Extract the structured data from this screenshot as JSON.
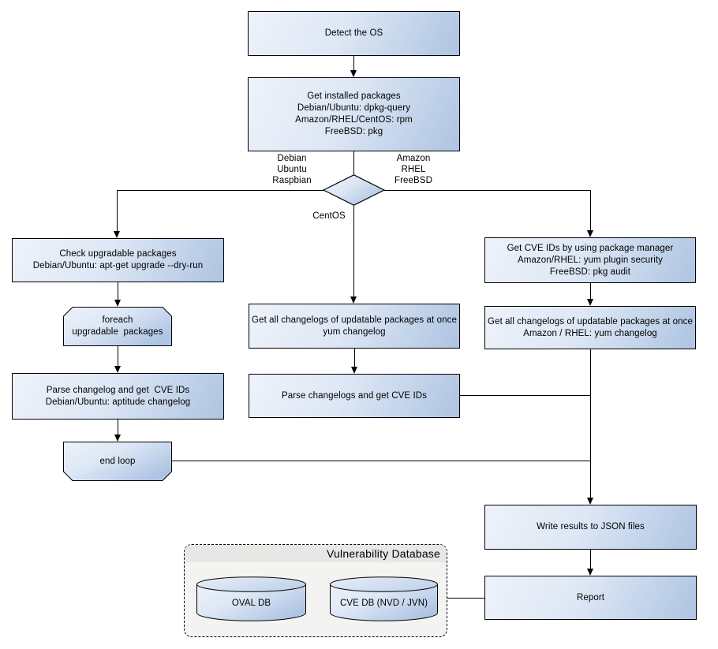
{
  "nodes": {
    "detect_os": "Detect the OS",
    "get_installed": "Get installed packages\nDebian/Ubuntu: dpkg-query\nAmazon/RHEL/CentOS: rpm\nFreeBSD: pkg",
    "check_upgradable": "Check upgradable packages\nDebian/Ubuntu: apt-get upgrade --dry-run",
    "foreach_loop": "foreach\nupgradable  packages",
    "parse_changelog_deb": "Parse changelog and get  CVE IDs\nDebian/Ubuntu: aptitude changelog",
    "end_loop": "end loop",
    "get_changelogs_centos": "Get all changelogs of updatable packages at once\nyum changelog",
    "parse_changelogs": "Parse changelogs and get CVE IDs",
    "get_cve_ids_pkgmgr": "Get CVE IDs by using package manager\nAmazon/RHEL: yum plugin security\nFreeBSD: pkg audit",
    "get_changelogs_rhel": "Get all changelogs of updatable packages at once\nAmazon / RHEL: yum changelog",
    "write_results": "Write results to JSON files",
    "report": "Report"
  },
  "branch_labels": {
    "left": "Debian\nUbuntu\nRaspbian",
    "right": "Amazon\nRHEL\nFreeBSD",
    "bottom": "CentOS"
  },
  "database": {
    "title": "Vulnerability Database",
    "oval_db": "OVAL DB",
    "cve_db": "CVE DB (NVD / JVN)"
  },
  "colors": {
    "node_gradient_light": "#eef2fa",
    "node_gradient_dark": "#aec4e2",
    "node_border": "#000000",
    "container_fill": "#f3f3f2",
    "container_band": "#e7e7e6",
    "text": "#000000"
  }
}
